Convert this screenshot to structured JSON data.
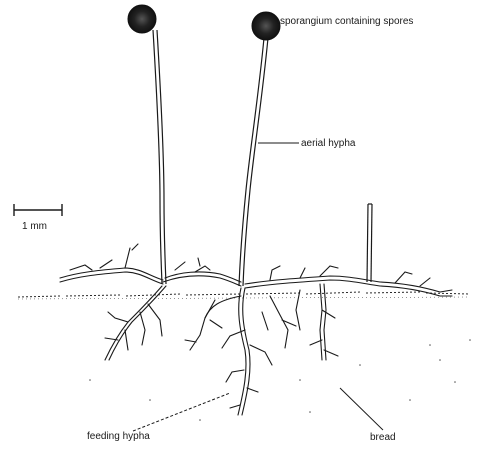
{
  "labels": {
    "sporangium": "sporangium containing spores",
    "aerial_hypha": "aerial hypha",
    "scale": "1 mm",
    "feeding_hypha": "feeding hypha",
    "bread": "bread"
  },
  "colors": {
    "ink": "#1a1a1a",
    "background": "#ffffff"
  }
}
